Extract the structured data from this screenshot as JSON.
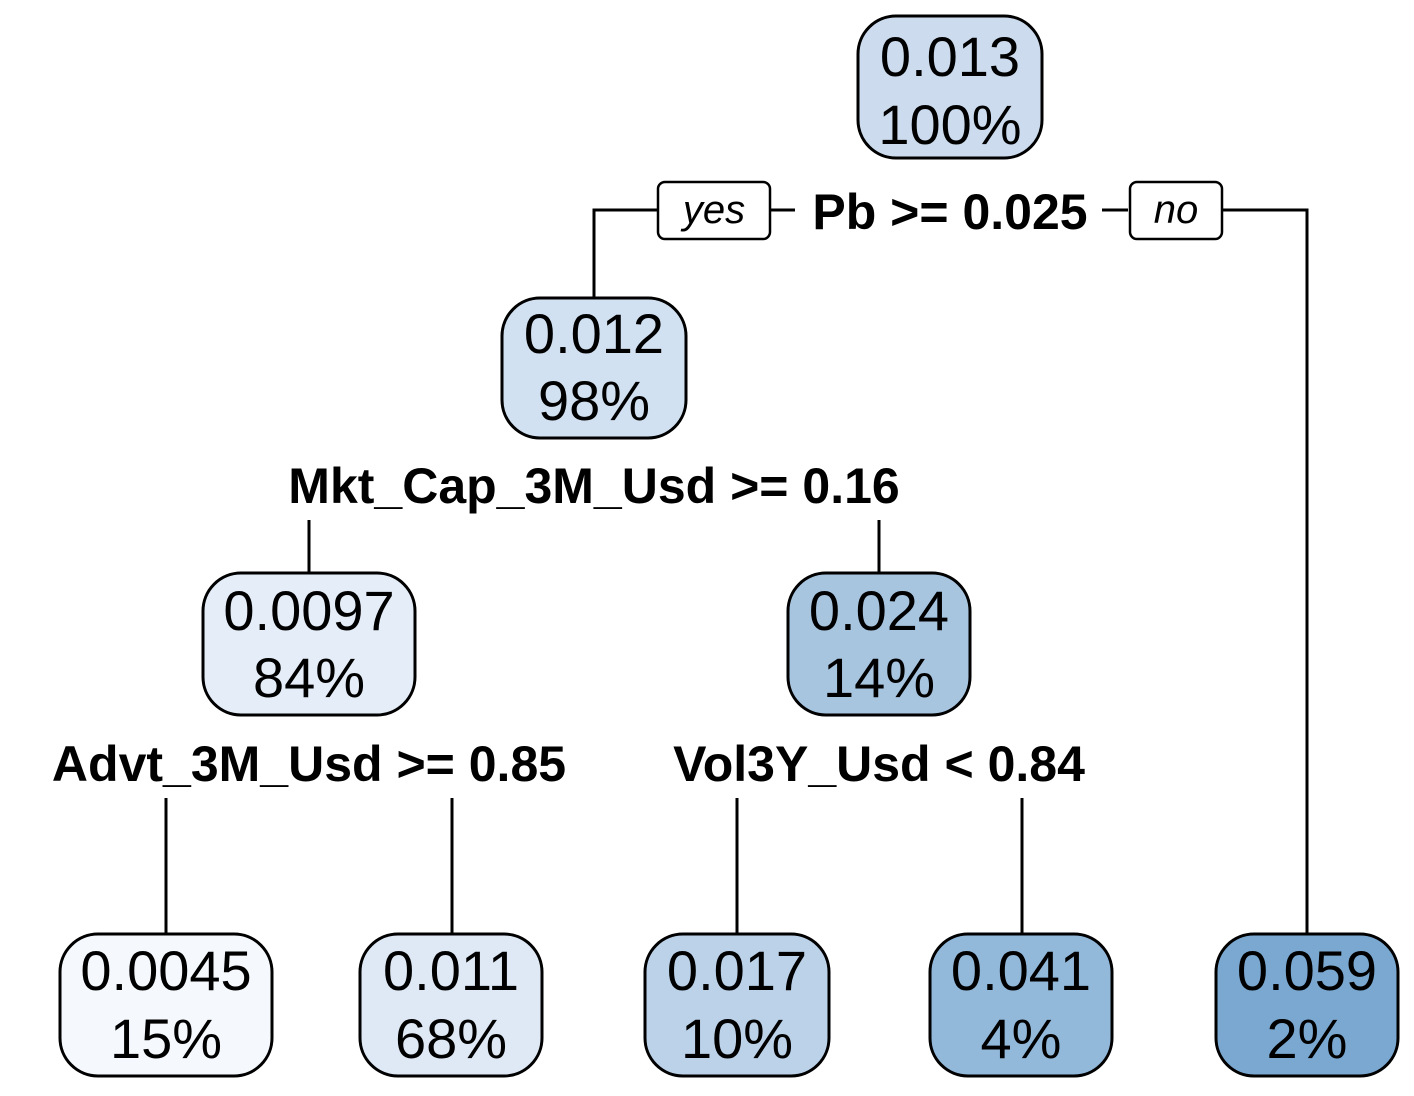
{
  "tree": {
    "nodes": [
      {
        "id": "root",
        "value": "0.013",
        "percent": "100%",
        "color": "#ccdcee"
      },
      {
        "id": "n2",
        "value": "0.012",
        "percent": "98%",
        "color": "#d2e1f1"
      },
      {
        "id": "n4",
        "value": "0.0097",
        "percent": "84%",
        "color": "#e5eef8"
      },
      {
        "id": "n5",
        "value": "0.024",
        "percent": "14%",
        "color": "#a8c5e0"
      },
      {
        "id": "leaf1",
        "value": "0.0045",
        "percent": "15%",
        "color": "#f5f9fd"
      },
      {
        "id": "leaf2",
        "value": "0.011",
        "percent": "68%",
        "color": "#dfe9f5"
      },
      {
        "id": "leaf3",
        "value": "0.017",
        "percent": "10%",
        "color": "#bcd2e9"
      },
      {
        "id": "leaf4",
        "value": "0.041",
        "percent": "4%",
        "color": "#92b8da"
      },
      {
        "id": "leaf5",
        "value": "0.059",
        "percent": "2%",
        "color": "#7aa8d1"
      }
    ],
    "splits": [
      {
        "id": "split-root",
        "label": "Pb >= 0.025"
      },
      {
        "id": "split-n2",
        "label": "Mkt_Cap_3M_Usd >= 0.16"
      },
      {
        "id": "split-n4",
        "label": "Advt_3M_Usd >= 0.85"
      },
      {
        "id": "split-n5",
        "label": "Vol3Y_Usd < 0.84"
      }
    ],
    "branch_tags": {
      "yes": "yes",
      "no": "no"
    }
  }
}
